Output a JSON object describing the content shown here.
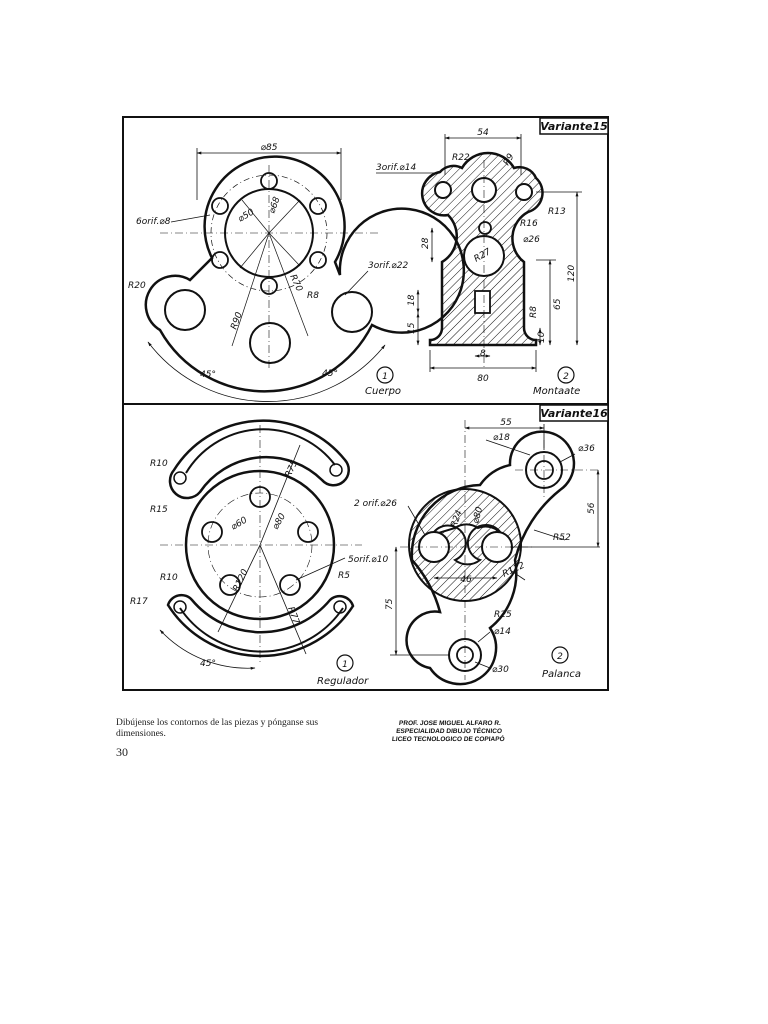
{
  "panels": [
    {
      "variant": "Variante15",
      "parts": [
        {
          "number": "1",
          "name": "Cuerpo"
        },
        {
          "number": "2",
          "name": "Montaate"
        }
      ]
    },
    {
      "variant": "Variante16",
      "parts": [
        {
          "number": "1",
          "name": "Regulador"
        },
        {
          "number": "2",
          "name": "Palanca"
        }
      ]
    }
  ],
  "dims": {
    "cuerpo": {
      "d85": "⌀85",
      "holes8": "6orif.⌀8",
      "d50": "⌀50",
      "d68": "⌀68",
      "r70": "R70",
      "r8": "R8",
      "r90": "R90",
      "r20": "R20",
      "holes22": "3orif.⌀22",
      "a45l": "45°",
      "a45r": "45°"
    },
    "montante": {
      "w54": "54",
      "r22": "R22",
      "r9": "R9",
      "holes14": "3orif.⌀14",
      "r16": "R16",
      "r13": "R13",
      "d26": "⌀26",
      "h28": "28",
      "r27": "R27",
      "h120": "120",
      "h65": "65",
      "h18": "18",
      "h15": "15",
      "r8": "R8",
      "h10": "10",
      "w8": "8",
      "w80": "80"
    },
    "regulador": {
      "r10a": "R10",
      "r75": "R75",
      "r15": "R15",
      "d60": "⌀60",
      "d80": "⌀80",
      "holes10": "5orif.⌀10",
      "r5": "R5",
      "r10b": "R10",
      "r17": "R17",
      "r120": "R120",
      "r77": "R77",
      "a45": "45°"
    },
    "palanca": {
      "w55": "55",
      "d18": "⌀18",
      "d36": "⌀36",
      "h56": "56",
      "holes26": "2 orif.⌀26",
      "r24": "R24",
      "d80": "⌀80",
      "r52": "R52",
      "w46": "46",
      "r112": "R112",
      "h75": "75",
      "r25": "R25",
      "d14": "⌀14",
      "d30": "⌀30"
    }
  },
  "caption": "Dibújense los contornos de las piezas y pónganse sus dimensiones.",
  "page_number": "30",
  "stamp": [
    "PROF. JOSE MIGUEL ALFARO R.",
    "ESPECIALIDAD DIBUJO TÉCNICO",
    "LICEO TECNOLOGICO DE COPIAPÓ"
  ]
}
